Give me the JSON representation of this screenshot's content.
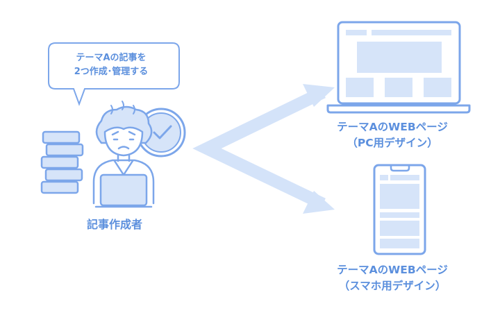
{
  "speech_bubble": {
    "line1": "テーマAの記事を",
    "line2": "2つ作成･管理する"
  },
  "author": {
    "label": "記事作成者"
  },
  "pc_page": {
    "line1": "テーマAのWEBページ",
    "line2": "（PC用デザイン）"
  },
  "sp_page": {
    "line1": "テーマAのWEBページ",
    "line2": "（スマホ用デザイン）"
  },
  "colors": {
    "stroke": "#7ca6ea",
    "fill_light": "#d6e4f9",
    "arrow": "#d4e3f9",
    "text": "#5b8fdd"
  }
}
